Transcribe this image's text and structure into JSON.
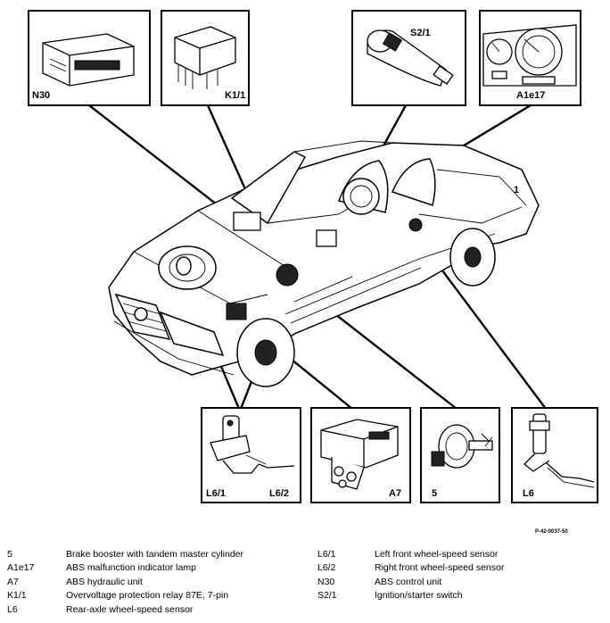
{
  "callouts": {
    "n30": "N30",
    "k11": "K1/1",
    "s21": "S2/1",
    "a1e17": "A1e17",
    "l61": "L6/1",
    "l62": "L6/2",
    "a7": "A7",
    "five": "5",
    "l6": "L6",
    "car_number": "1"
  },
  "figure_ref": "P-42-0037-50",
  "legend": {
    "left": [
      {
        "code": "5",
        "desc": "Brake booster with tandem master cylinder"
      },
      {
        "code": "A1e17",
        "desc": "ABS malfunction indicator lamp"
      },
      {
        "code": "A7",
        "desc": "ABS hydraulic unit"
      },
      {
        "code": "K1/1",
        "desc": "Overvoltage protection relay 87E, 7-pin"
      },
      {
        "code": "L6",
        "desc": "Rear-axle wheel-speed sensor"
      }
    ],
    "right": [
      {
        "code": "L6/1",
        "desc": "Left front wheel-speed sensor"
      },
      {
        "code": "L6/2",
        "desc": "Right front wheel-speed sensor"
      },
      {
        "code": "N30",
        "desc": "ABS control unit"
      },
      {
        "code": "S2/1",
        "desc": "Ignition/starter switch"
      }
    ]
  }
}
